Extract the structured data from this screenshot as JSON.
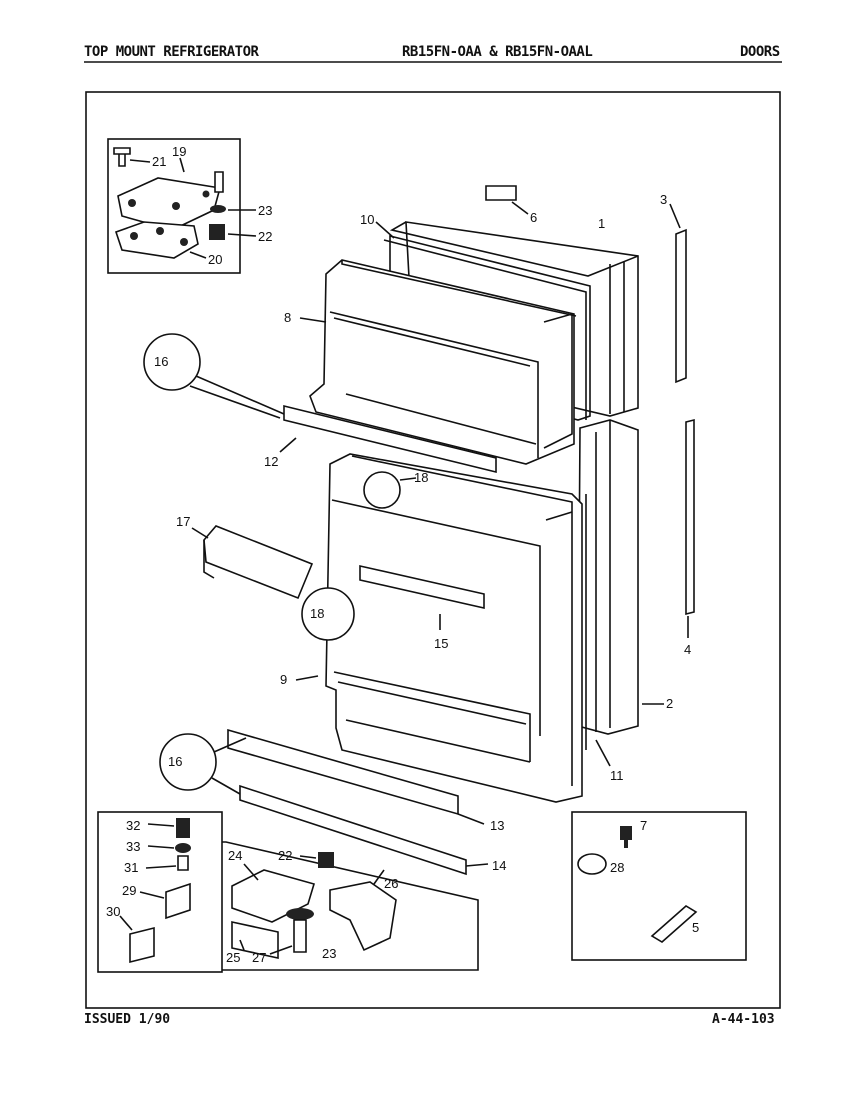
{
  "header": {
    "title": "TOP MOUNT REFRIGERATOR",
    "models": "RB15FN-OAA & RB15FN-OAAL",
    "section": "DOORS"
  },
  "footer": {
    "issued": "ISSUED 1/90",
    "code": "A-44-103"
  },
  "callouts": {
    "c1": "1",
    "c2": "2",
    "c3": "3",
    "c4": "4",
    "c5": "5",
    "c6": "6",
    "c7": "7",
    "c8": "8",
    "c9": "9",
    "c10": "10",
    "c11": "11",
    "c12": "12",
    "c13": "13",
    "c14": "14",
    "c15": "15",
    "c16a": "16",
    "c16b": "16",
    "c17": "17",
    "c18a": "18",
    "c18b": "18",
    "c19": "19",
    "c20": "20",
    "c21": "21",
    "c22a": "22",
    "c22b": "22",
    "c23a": "23",
    "c23b": "23",
    "c24": "24",
    "c25": "25",
    "c26": "26",
    "c27": "27",
    "c28": "28",
    "c29": "29",
    "c30": "30",
    "c31": "31",
    "c32": "32",
    "c33": "33"
  }
}
